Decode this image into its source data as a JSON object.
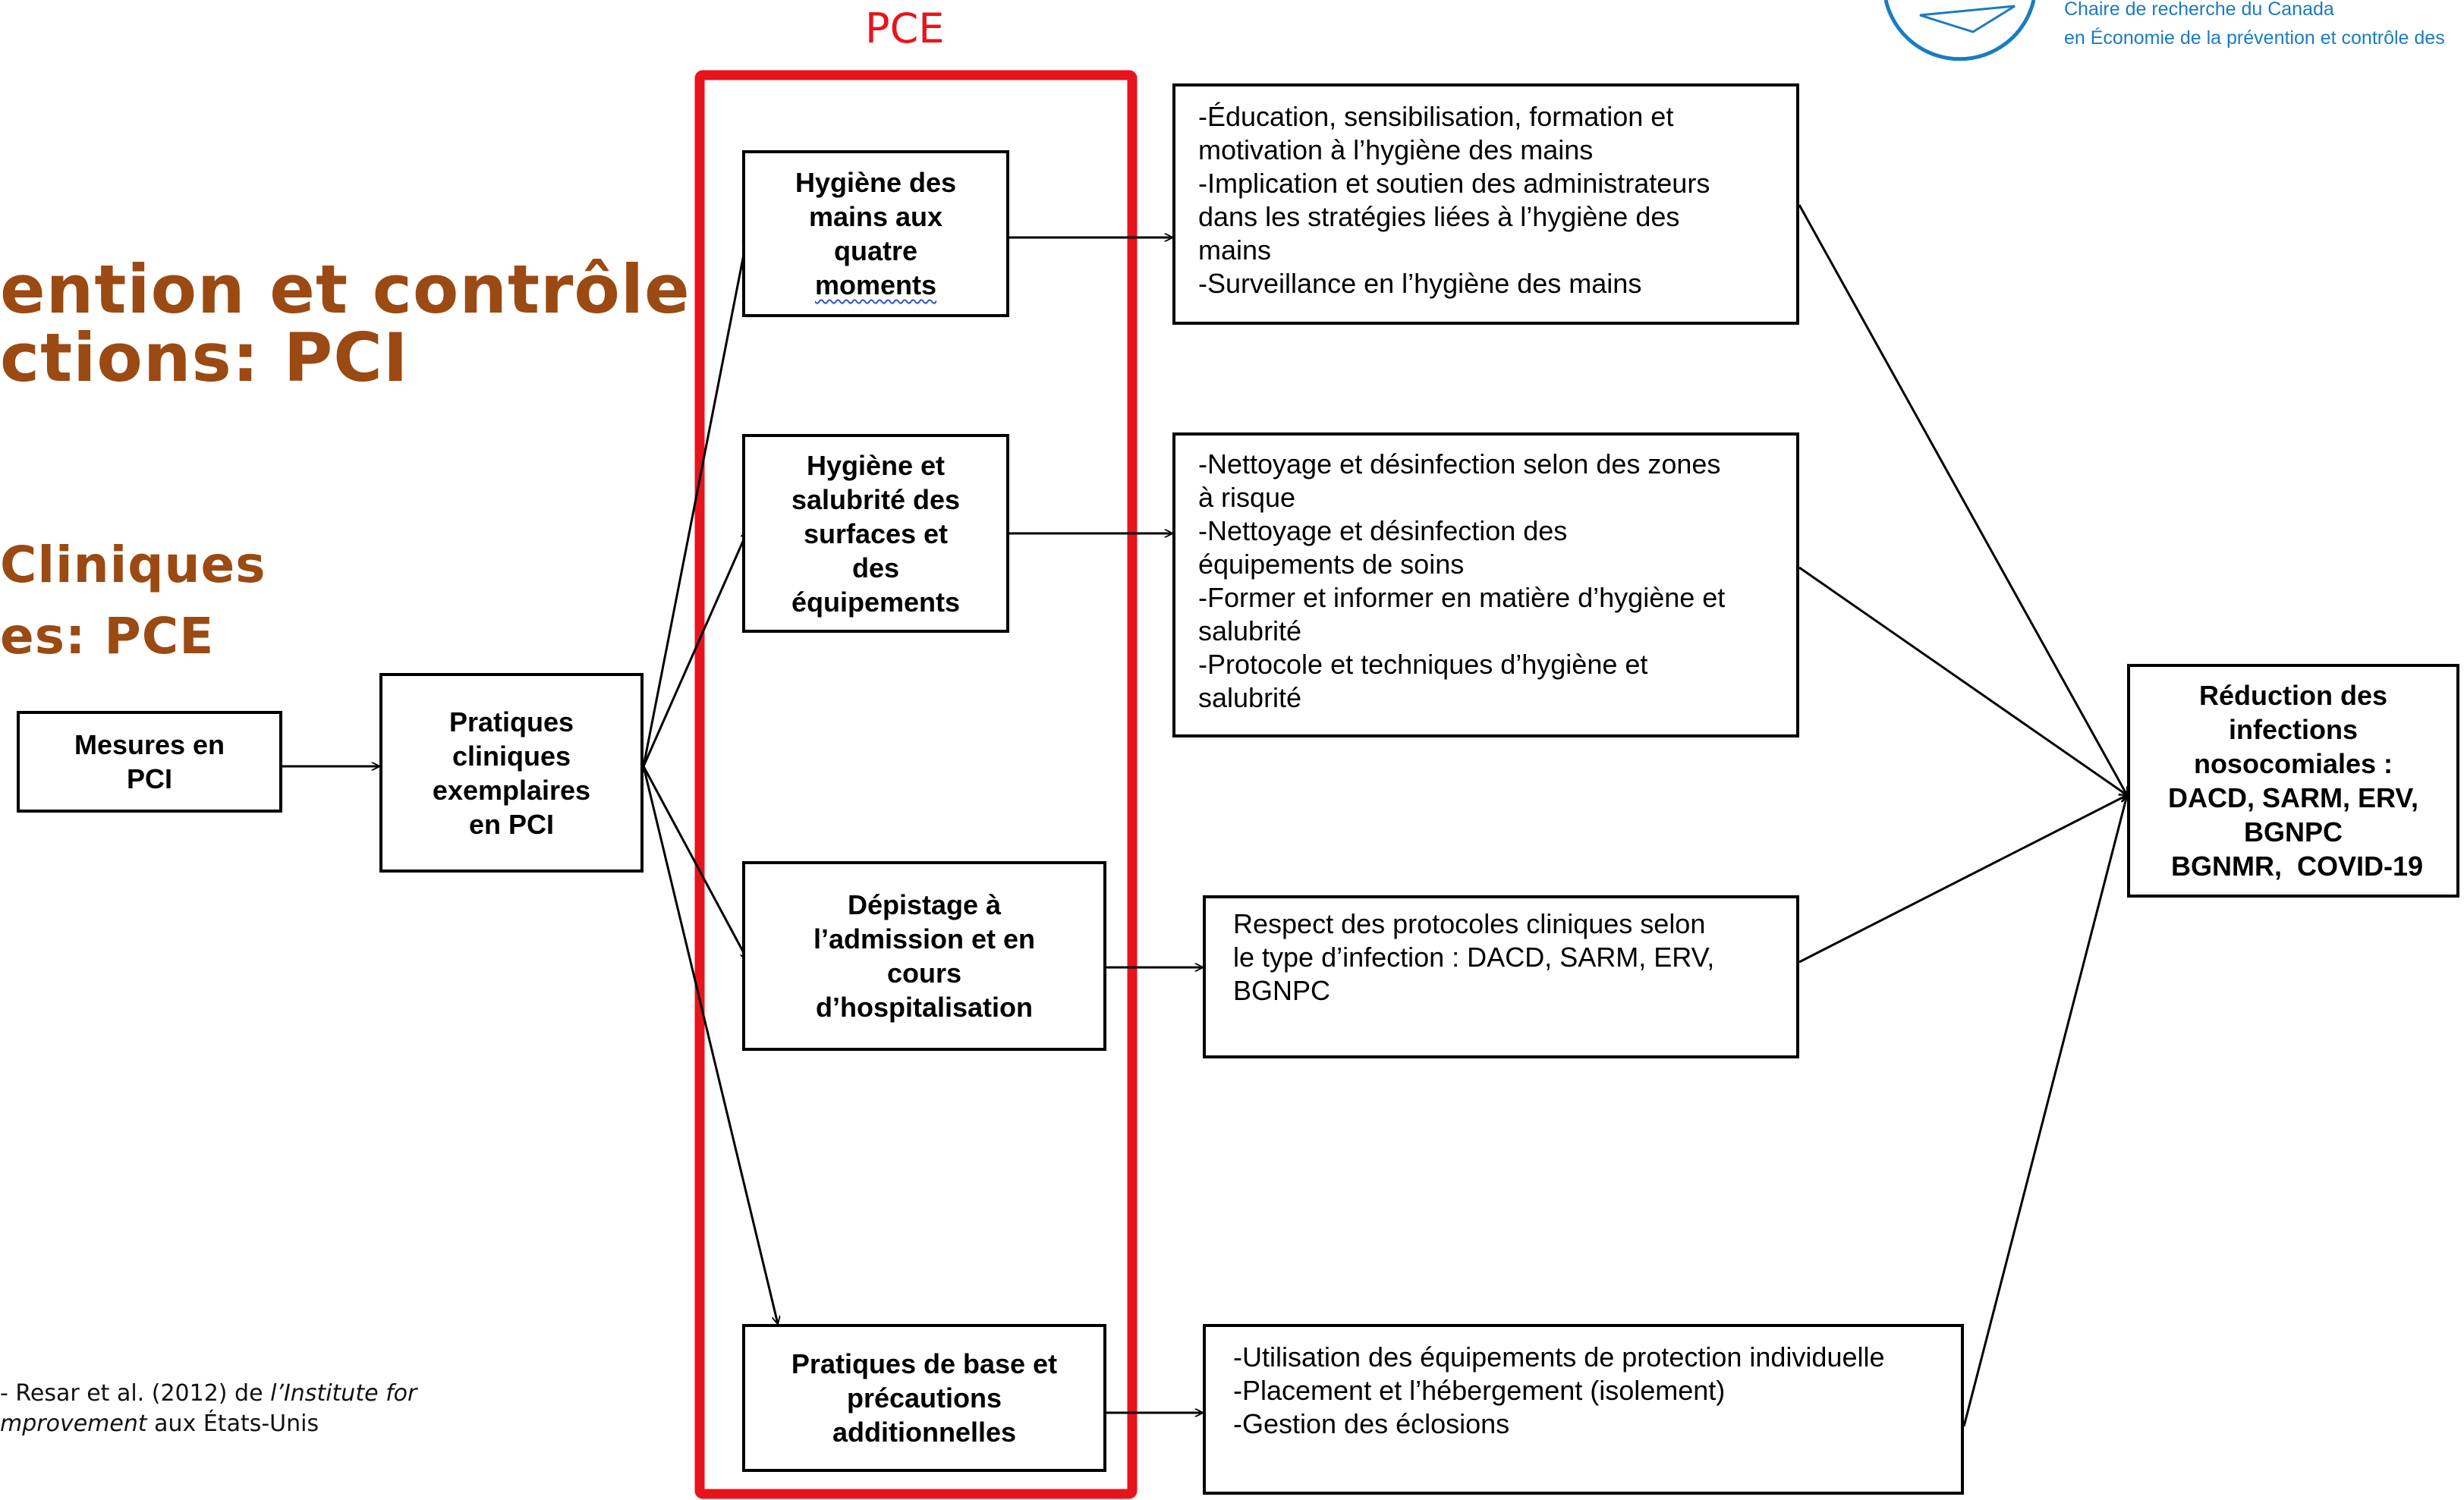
{
  "header": {
    "logo_icon": "university-seal-icon",
    "chair_line1": "Chaire de recherche du Canada",
    "chair_line2": "en Économie de la prévention et contrôle des",
    "accent_color": "#1a7cc0"
  },
  "left_panel": {
    "heading_line1": "ention et contrôle",
    "heading_line2": "ctions: PCI",
    "subheading_line1": " Cliniques",
    "subheading_line2": "es: PCE",
    "source_line1_prefix": "- Resar et al. (2012) de ",
    "source_line1_italic": "l’Institute for",
    "source_line2_italic": "mprovement",
    "source_line2_suffix": " aux États-Unis",
    "heading_color": "#9a4a12"
  },
  "diagram": {
    "pce_label": "PCE",
    "pce_color": "#e8141c",
    "input_box": [
      "Mesures en",
      "PCI"
    ],
    "practices_box": [
      "Pratiques",
      "cliniques",
      "exemplaires",
      "en PCI"
    ],
    "pce_items": [
      {
        "lines": [
          "Hygiène des",
          "mains aux",
          "quatre",
          "moments"
        ]
      },
      {
        "lines": [
          "Hygiène et",
          "salubrité des",
          "surfaces et",
          "des",
          "équipements"
        ]
      },
      {
        "lines": [
          "Dépistage à",
          "l’admission et en",
          "cours",
          "d’hospitalisation"
        ]
      },
      {
        "lines": [
          "Pratiques de base et",
          "précautions",
          "additionnelles"
        ]
      }
    ],
    "details": [
      {
        "lines": [
          "-Éducation, sensibilisation, formation et",
          "motivation à l’hygiène des mains",
          "-Implication et soutien des administrateurs",
          "dans les stratégies liées à l’hygiène des",
          "mains",
          "-Surveillance en l’hygiène des mains"
        ]
      },
      {
        "lines": [
          "-Nettoyage et désinfection selon des zones",
          "à risque",
          "-Nettoyage et désinfection des",
          "équipements de soins",
          "-Former et informer en matière d’hygiène et",
          "salubrité",
          "-Protocole et techniques d’hygiène et",
          "salubrité"
        ]
      },
      {
        "lines": [
          "Respect des protocoles cliniques selon",
          "le type d’infection : DACD, SARM, ERV,",
          "BGNPC"
        ]
      },
      {
        "lines": [
          "-Utilisation des équipements de protection individuelle",
          "-Placement et l’hébergement (isolement)",
          "-Gestion des éclosions"
        ]
      }
    ],
    "outcome_box": [
      "Réduction des",
      "infections",
      "nosocomiales :",
      "DACD, SARM, ERV,",
      "BGNPC",
      " BGNMR,  COVID-19"
    ]
  }
}
